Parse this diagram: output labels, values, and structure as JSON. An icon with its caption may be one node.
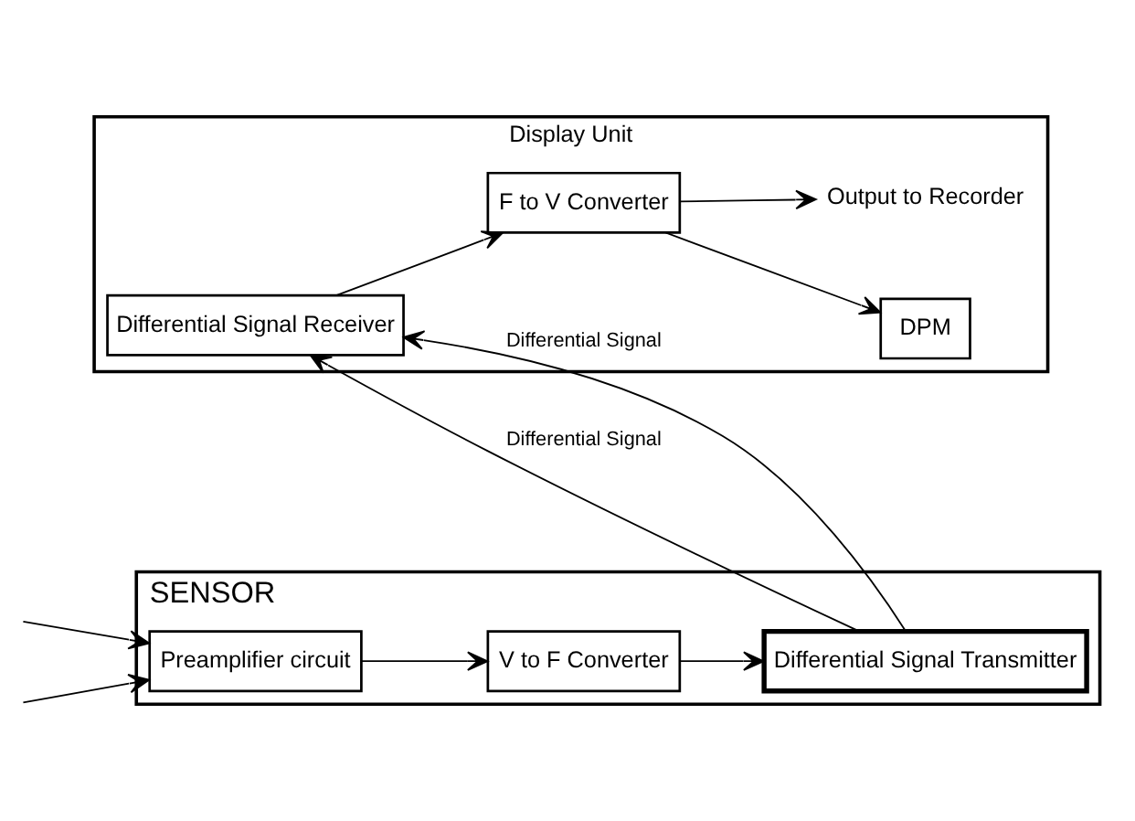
{
  "diagram": {
    "nodes": [
      {
        "text": [
          "SENSOR"
        ]
      },
      {
        "text": [
          "Preamplifier circuit"
        ],
        "in": 0
      },
      {
        "text": [
          "V to F Converter"
        ],
        "in": 0
      },
      {
        "text": [
          "Differential Signal Transmitter"
        ],
        "in": 0
      },
      {
        "text": [
          "Display Unit"
        ]
      },
      {
        "text": [
          "Differential Signal Receiver"
        ],
        "in": 4
      },
      {
        "text": [
          "F to V Converter"
        ],
        "in": 4
      },
      {
        "text": [
          "DPM"
        ],
        "in": 4
      },
      {
        "text": [
          "Output to Recorder"
        ],
        "in": 4
      }
    ],
    "edges": [
      {
        "from": null,
        "to": 1,
        "arrow": "to"
      },
      {
        "from": null,
        "to": 1,
        "arrow": "to"
      },
      {
        "from": 1,
        "to": 2,
        "arrow": "to"
      },
      {
        "from": 2,
        "to": 3,
        "arrow": "to"
      },
      {
        "from": 3,
        "to": 5,
        "arrow": "to",
        "label": "Differential Signal"
      },
      {
        "from": 3,
        "to": 5,
        "arrow": "to",
        "label": "Differential Signal"
      },
      {
        "from": 5,
        "to": 6,
        "arrow": "to"
      },
      {
        "from": 6,
        "to": 7,
        "arrow": "to"
      },
      {
        "from": 6,
        "to": 8,
        "arrow": "to"
      }
    ]
  }
}
